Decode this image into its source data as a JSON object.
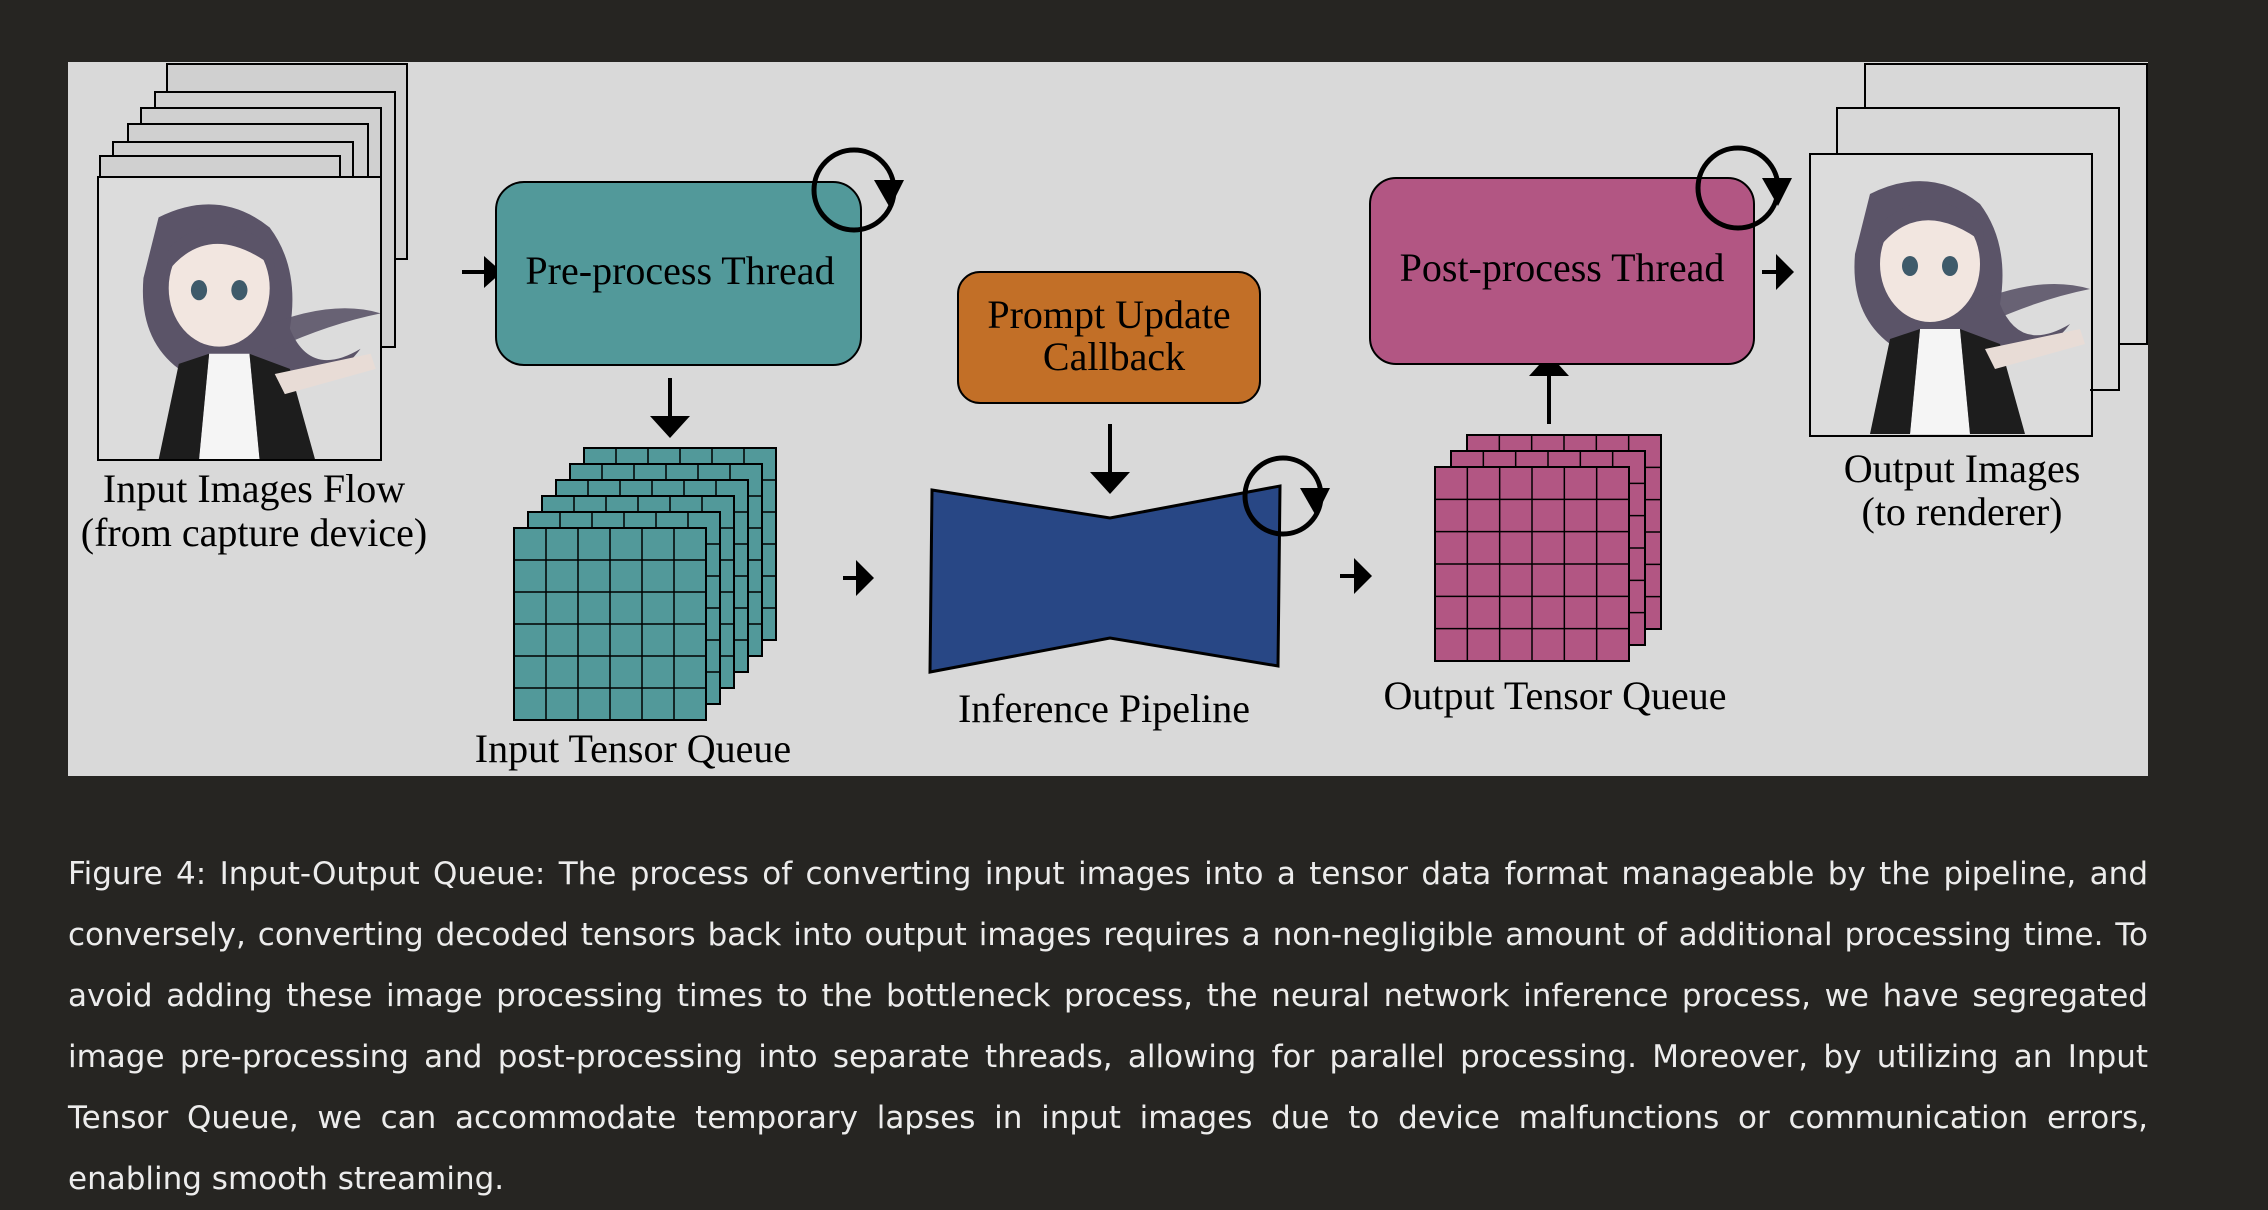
{
  "figure": {
    "input_images_label_line1": "Input Images Flow",
    "input_images_label_line2": "(from capture device)",
    "preprocess_thread": "Pre-process Thread",
    "prompt_update_line1": "Prompt Update",
    "prompt_update_line2": "Callback",
    "postprocess_thread": "Post-process Thread",
    "input_tensor_queue": "Input Tensor Queue",
    "inference_pipeline": "Inference Pipeline",
    "output_tensor_queue": "Output Tensor Queue",
    "output_images_line1": "Output Images",
    "output_images_line2": "(to renderer)",
    "colors": {
      "preprocess": "#52999a",
      "prompt": "#c26f27",
      "postprocess": "#b25683",
      "inference": "#284785",
      "input_tensor": "#52999a",
      "output_tensor": "#b25683"
    }
  },
  "caption": {
    "label": "Figure 4:",
    "text": "Input-Output Queue: The process of converting input images into a tensor data format manageable by the pipeline, and conversely, converting decoded tensors back into output images requires a non-negligible amount of additional processing time. To avoid adding these image processing times to the bottleneck process, the neural network inference process, we have segregated image pre-processing and post-processing into separate threads, allowing for parallel processing. Moreover, by utilizing an Input Tensor Queue, we can accommodate temporary lapses in input images due to device malfunctions or communication errors, enabling smooth streaming."
  }
}
